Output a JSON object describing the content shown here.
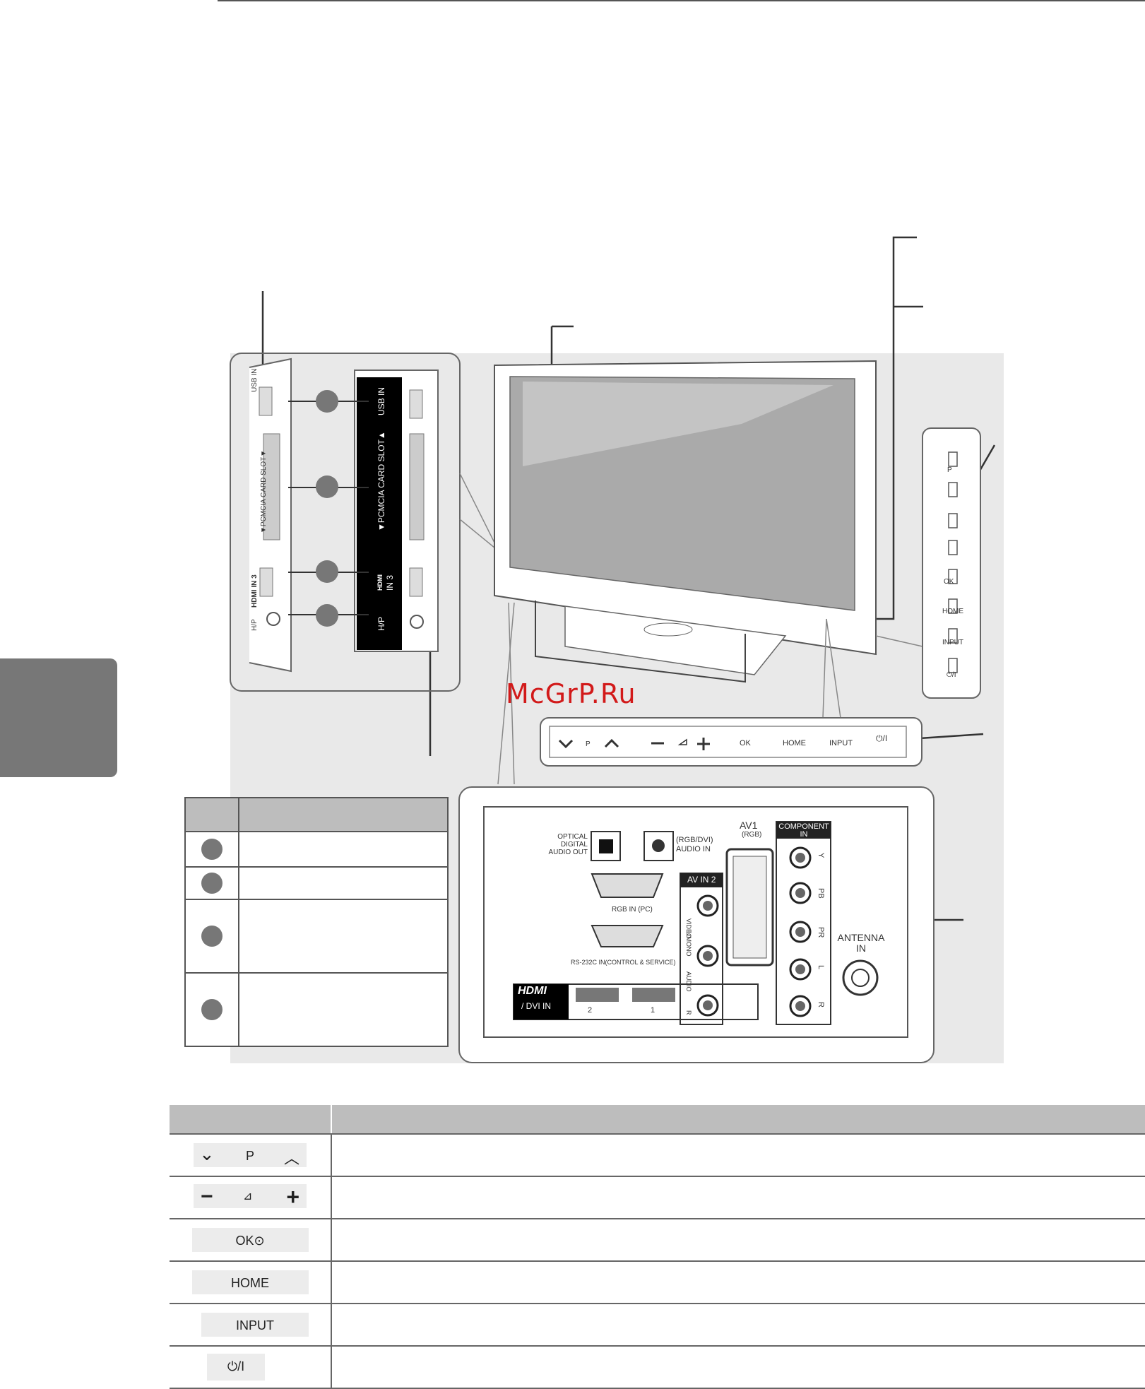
{
  "panel_labels": {
    "usb_in_side": "USB IN",
    "pcmcia_side": "▼PCMCIA CARD SLOT▼",
    "hdmi_in3_side": "HDMI IN 3",
    "hp_side": "H/P",
    "usb_in_zoom": "USB IN",
    "pcmcia_zoom": "▼PCMCIA CARD SLOT▲",
    "hdmi_zoom": "HDMI",
    "in3_zoom": "IN 3",
    "hp_zoom": "H/P"
  },
  "side_buttons": {
    "p": "P",
    "ok": "OK",
    "home": "HOME",
    "input": "INPUT",
    "power": "⏻/I"
  },
  "front_bar": {
    "p": "P",
    "ok": "OK",
    "home": "HOME",
    "input": "INPUT",
    "power": "⏻/I"
  },
  "rear_panel": {
    "optical": [
      "OPTICAL",
      "DIGITAL",
      "AUDIO OUT"
    ],
    "rgb_dvi_audio": [
      "(RGB/DVI)",
      "AUDIO IN"
    ],
    "rgb_in_pc": "RGB IN (PC)",
    "rs232c": "RS-232C IN(CONTROL & SERVICE)",
    "hdmi_logo": "HDMI",
    "dvi_in": "/ DVI IN",
    "hdmi_port2": "2",
    "hdmi_port1": "1",
    "av_in2": "AV IN 2",
    "video": "VIDEO",
    "l_mono": "L/MONO",
    "audio": "AUDIO",
    "r_badge": "R",
    "av1": "AV1",
    "av1_sub": "(RGB)",
    "component_in": [
      "COMPONENT",
      "IN"
    ],
    "comp_y": "Y",
    "comp_pb": "PB",
    "comp_pr": "PR",
    "comp_l": "L",
    "comp_r": "R",
    "antenna": [
      "ANTENNA",
      "IN"
    ]
  },
  "watermark": "McGrP.Ru",
  "button_table": {
    "p_label": "P",
    "ok_label": "OK",
    "home_label": "HOME",
    "input_label": "INPUT",
    "power_label": "⏻/I"
  }
}
